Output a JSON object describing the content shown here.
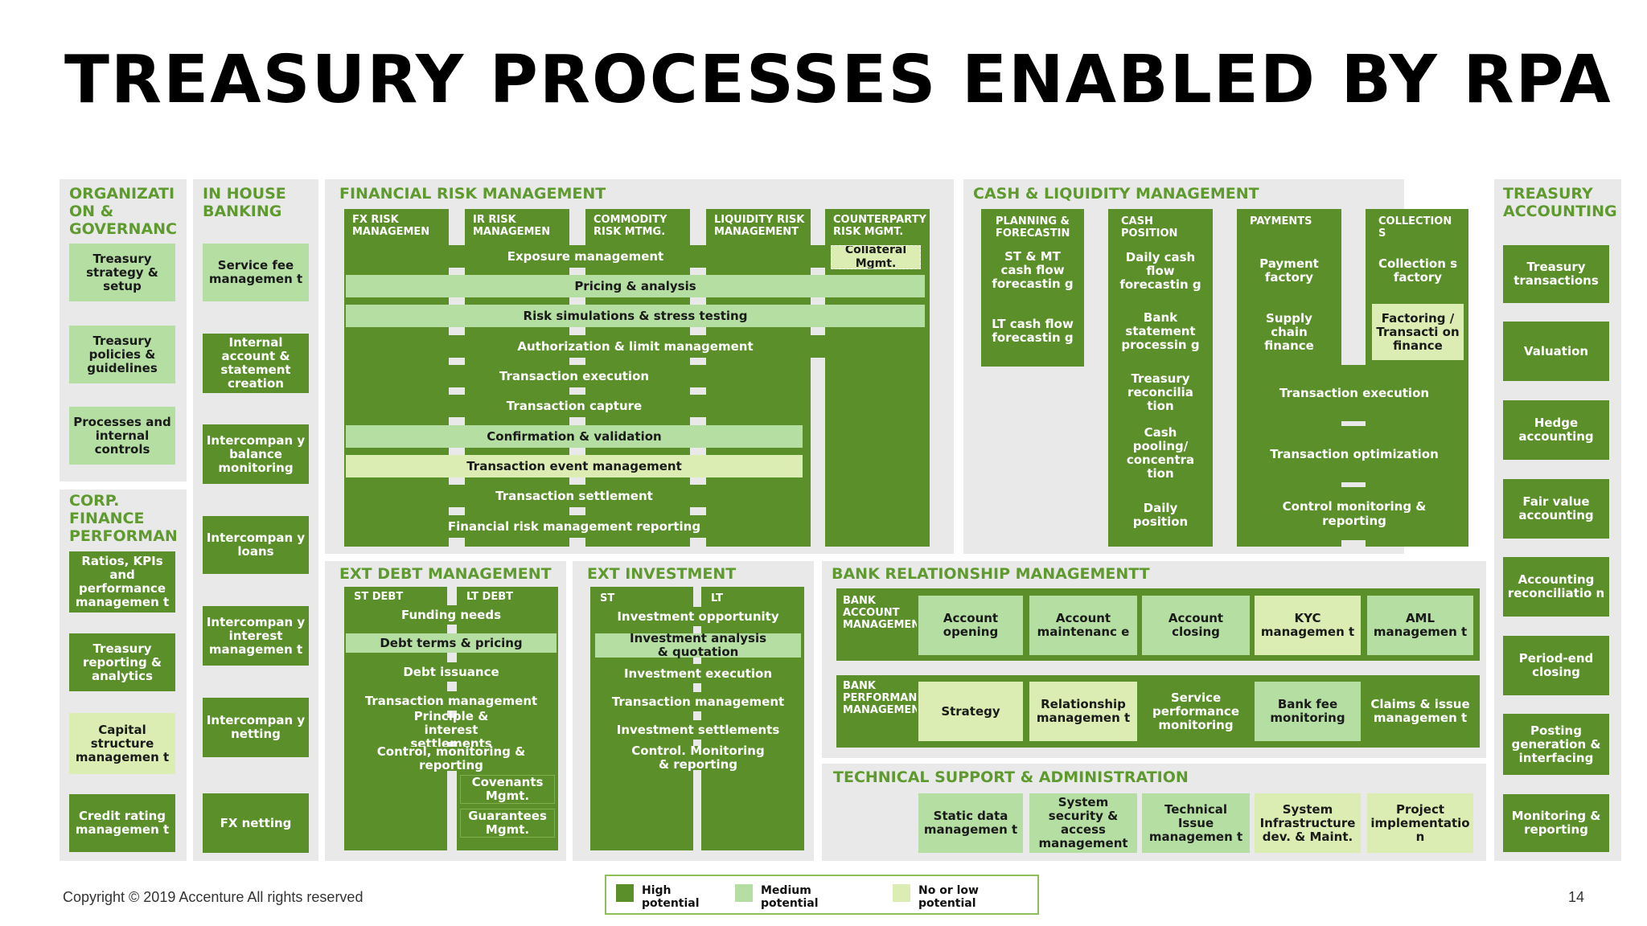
{
  "title": "TREASURY PROCESSES ENABLED BY RPA",
  "footer": "Copyright © 2019 Accenture  All rights reserved",
  "page_number": "14",
  "legend": [
    {
      "label": "High\npotential",
      "color": "#5b8f2a"
    },
    {
      "label": "Medium\npotential",
      "color": "#b5dea3"
    },
    {
      "label": "No or low\npotential",
      "color": "#dbedb3"
    }
  ],
  "colors": {
    "high": "#5b8f2a",
    "medium": "#b5dea3",
    "low": "#dbedb3",
    "panel": "#e9e9e9",
    "title_green": "#5f9a2e"
  },
  "org": {
    "title": "ORGANIZATI\nON &\nGOVERNANC",
    "items": [
      "Treasury strategy & setup",
      "Treasury policies & guidelines",
      "Processes and internal controls"
    ]
  },
  "corp": {
    "title": "CORP.\nFINANCE\nPERFORMAN",
    "items": [
      "Ratios, KPIs and performance managemen t",
      "Treasury reporting & analytics",
      "Capital structure managemen t",
      "Credit rating managemen t"
    ]
  },
  "ihb": {
    "title": "IN HOUSE\nBANKING",
    "items": [
      "Service fee managemen t",
      "Internal account & statement creation",
      "Intercompan y balance monitoring",
      "Intercompan y loans",
      "Intercompan y interest managemen t",
      "Intercompan y netting",
      "FX netting"
    ]
  },
  "frm": {
    "title": "FINANCIAL RISK  MANAGEMENT",
    "columns": [
      "FX RISK\nMANAGEMEN",
      "IR RISK\nMANAGEMEN",
      "COMMODITY\nRISK MTMG.",
      "LIQUIDITY RISK\nMANAGEMENT",
      "COUNTERPARTY\nRISK MGMT."
    ],
    "collateral": "Collateral Mgmt.",
    "bars": [
      "Exposure management",
      "Pricing & analysis",
      "Risk simulations & stress testing",
      "Authorization & limit management",
      "Transaction execution",
      "Transaction capture",
      "Confirmation & validation",
      "Transaction event management",
      "Transaction settlement",
      "Financial risk management reporting"
    ]
  },
  "clm": {
    "title": "CASH & LIQUIDITY MANAGEMENT",
    "columns": [
      "PLANNING &\nFORECASTIN",
      "CASH\nPOSITION",
      "PAYMENTS",
      "COLLECTION\nS"
    ],
    "planning": [
      "ST & MT cash flow forecastin g",
      "LT cash flow forecastin g"
    ],
    "position": [
      "Daily cash flow forecastin g",
      "Bank statement processin g",
      "Treasury reconcilia tion",
      "Cash pooling/ concentra tion",
      "Daily position"
    ],
    "payments": [
      "Payment factory",
      "Supply chain finance"
    ],
    "collections": [
      "Collection s factory",
      "Factoring / Transacti on finance"
    ],
    "bars": [
      "Transaction execution",
      "Transaction optimization",
      "Control monitoring & reporting"
    ]
  },
  "ta": {
    "title": "TREASURY\nACCOUNTING",
    "items": [
      "Treasury transactions",
      "Valuation",
      "Hedge accounting",
      "Fair value accounting",
      "Accounting reconciliatio n",
      "Period-end closing",
      "Posting generation & interfacing",
      "Monitoring & reporting"
    ]
  },
  "edm": {
    "title": "EXT DEBT MANAGEMENT",
    "columns": [
      "ST DEBT",
      "LT DEBT"
    ],
    "bars": [
      "Funding needs",
      "Debt terms & pricing",
      "Debt issuance",
      "Transaction management",
      "Principle & interest settlements",
      "Control, monitoring & reporting"
    ],
    "lt_items": [
      "Covenants Mgmt.",
      "Guarantees Mgmt."
    ]
  },
  "eim": {
    "title": "EXT INVESTMENT",
    "columns": [
      "ST",
      "LT"
    ],
    "bars": [
      "Investment opportunity",
      "Investment analysis & quotation",
      "Investment execution",
      "Transaction management",
      "Investment settlements",
      "Control. Monitoring & reporting"
    ]
  },
  "brm": {
    "title": "BANK RELATIONSHIP MANAGEMENTT",
    "row1_label": "BANK\nACCOUNT\nMANAGEMEN",
    "row1": [
      "Account opening",
      "Account maintenanc e",
      "Account closing",
      "KYC managemen t",
      "AML managemen t"
    ],
    "row2_label": "BANK\nPERFORMAN\nMANAGEMEN",
    "row2": [
      "Strategy",
      "Relationship managemen t",
      "Service performance monitoring",
      "Bank fee monitoring",
      "Claims & issue managemen t"
    ]
  },
  "tsa": {
    "title": "TECHNICAL SUPPORT & ADMINISTRATION",
    "items": [
      "Static data managemen t",
      "System security & access management",
      "Technical Issue managemen t",
      "System Infrastructure dev. & Maint.",
      "Project implementatio n"
    ]
  }
}
